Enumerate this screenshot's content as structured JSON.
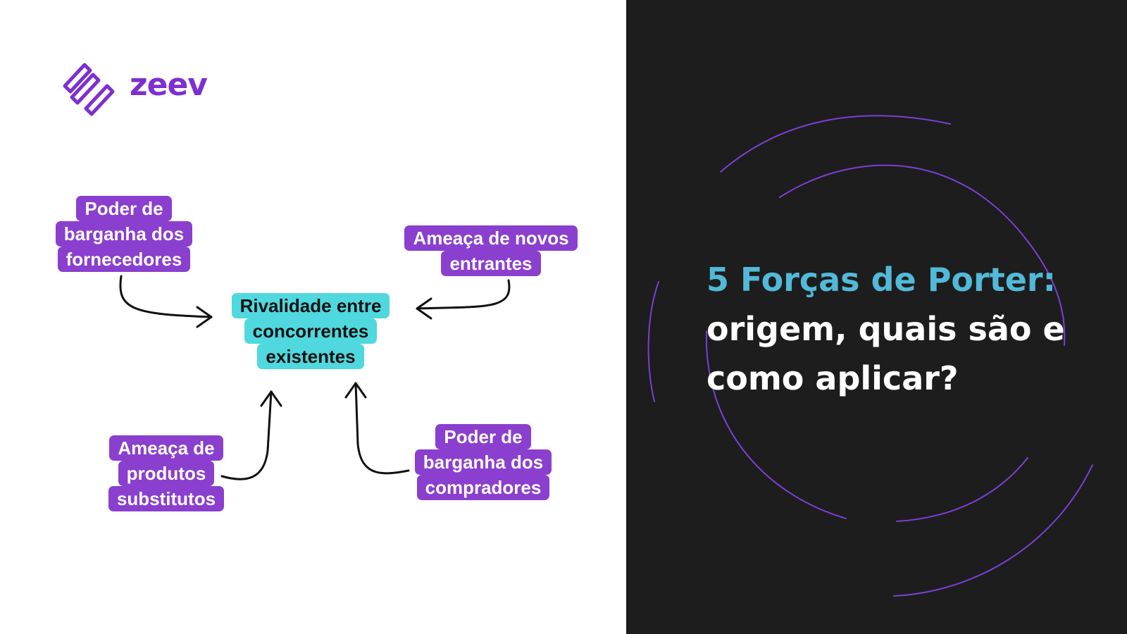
{
  "brand": {
    "name": "zeev",
    "color": "#7d2fd0",
    "icon": "zeev-zigzag-logo-icon"
  },
  "diagram": {
    "center": {
      "lines": [
        "Rivalidade entre",
        "concorrentes",
        "existentes"
      ],
      "color": "#4fd8de"
    },
    "forces": [
      {
        "lines": [
          "Poder de",
          "barganha dos",
          "fornecedores"
        ]
      },
      {
        "lines": [
          "Ameaça de novos",
          "entrantes"
        ]
      },
      {
        "lines": [
          "Ameaça de",
          "produtos",
          "substitutos"
        ]
      },
      {
        "lines": [
          "Poder de",
          "barganha dos",
          "compradores"
        ]
      }
    ],
    "label_color": "#8a3fce"
  },
  "headline": {
    "accent": "5 Forças de Porter:",
    "rest": "origem, quais são e como aplicar?",
    "accent_color": "#52b9d8"
  },
  "colors": {
    "dark_background": "#1d1d1d",
    "ring": "#7b3fd6"
  }
}
